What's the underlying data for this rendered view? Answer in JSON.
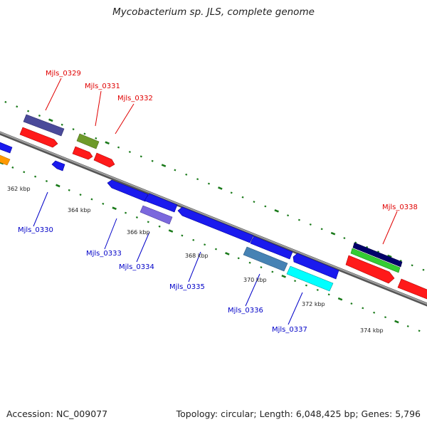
{
  "title": "Mycobacterium sp. JLS, complete genome",
  "footer": {
    "accession": "Accession: NC_009077",
    "summary": "Topology: circular; Length: 6,048,425 bp; Genes: 5,796"
  },
  "colors": {
    "backbone": "#8a8a8a",
    "tick": "#1a7a1a",
    "forward_label": "#e00000",
    "reverse_label": "#0000c8"
  },
  "scale_labels": [
    "362 kbp",
    "364 kbp",
    "366 kbp",
    "368 kbp",
    "370 kbp",
    "372 kbp",
    "374 kbp"
  ],
  "forward_labels": [
    "Mjls_0329",
    "Mjls_0331",
    "Mjls_0332",
    "Mjls_0338"
  ],
  "reverse_labels": [
    "Mjls_0330",
    "Mjls_0333",
    "Mjls_0334",
    "Mjls_0335",
    "Mjls_0336",
    "Mjls_0337"
  ],
  "gene_colors": {
    "red": "#ff1a1a",
    "blue": "#1a1aee",
    "slate": "#4a4a9a",
    "olive": "#6e9a2a",
    "orange": "#ff9900",
    "lavender": "#7b68dd",
    "steel": "#4682b4",
    "cyan": "#00ffff",
    "navy": "#00006a",
    "green": "#33cc33"
  }
}
